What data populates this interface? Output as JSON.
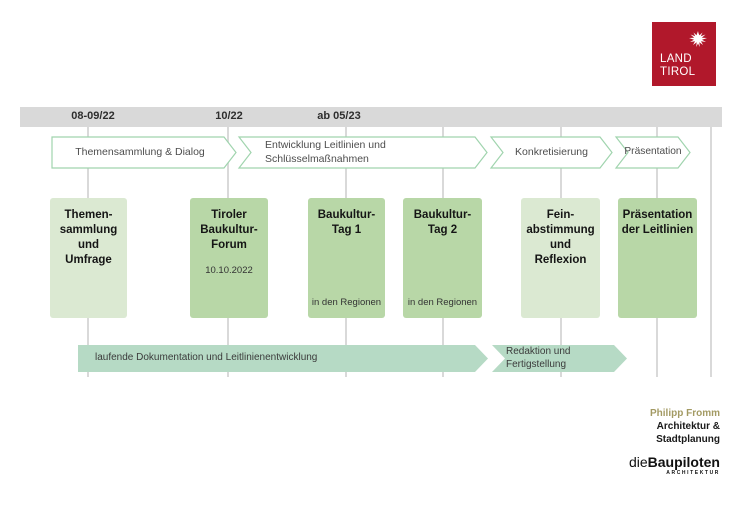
{
  "logo": {
    "line1": "LAND",
    "line2": "TIROL",
    "eagle_icon": "tirol-eagle-icon"
  },
  "timeline": {
    "dates": [
      "08-09/22",
      "10/22",
      "ab 05/23"
    ]
  },
  "phases": [
    {
      "label": "Themensammlung & Dialog"
    },
    {
      "label": "Entwicklung Leitlinien und\nSchlüsselmaßnahmen"
    },
    {
      "label": "Konkretisierung"
    },
    {
      "label": "Präsentation"
    }
  ],
  "events": [
    {
      "title": "Themen-\nsammlung\nund\nUmfrage",
      "shade": "light"
    },
    {
      "title": "Tiroler\nBaukultur-\nForum",
      "date": "10.10.2022",
      "shade": "medium"
    },
    {
      "title": "Baukultur-\nTag 1",
      "note": "in den Regionen",
      "shade": "medium"
    },
    {
      "title": "Baukultur-\nTag 2",
      "note": "in den Regionen",
      "shade": "medium"
    },
    {
      "title": "Fein-\nabstimmung\nund\nReflexion",
      "shade": "light"
    },
    {
      "title": "Präsentation\nder Leitlinien",
      "shade": "medium"
    }
  ],
  "progress": [
    {
      "label": "laufende Dokumentation und Leitlinienentwicklung"
    },
    {
      "label": "Redaktion und\nFertigstellung"
    }
  ],
  "credits": {
    "author": "Philipp Fromm",
    "line2": "Architektur &",
    "line3": "Stadtplanung",
    "studio_prefix": "die",
    "studio_name": "Baupiloten",
    "studio_sub": "ARCHITEKTUR"
  },
  "colors": {
    "event_light": "#dbe9d2",
    "event_medium": "#b8d7a7",
    "progress_fill": "#b6dac5",
    "phase_border": "#a0d4ae",
    "timeline_bar": "#d9d9d9",
    "logo_red": "#b1182b",
    "credit_accent": "#a39a63"
  }
}
